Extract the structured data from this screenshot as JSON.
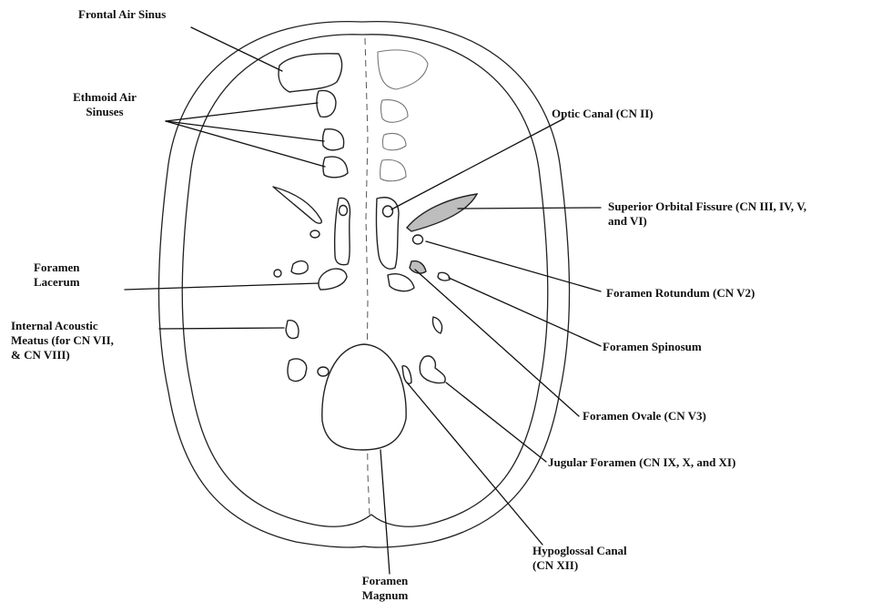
{
  "colors": {
    "ink": "#222222",
    "shaded": "#bdbdbd",
    "paper": "#ffffff"
  },
  "labels": {
    "frontal_air_sinus": "Frontal Air Sinus",
    "ethmoid_line1": "Ethmoid Air",
    "ethmoid_line2": "Sinuses",
    "optic_canal": "Optic Canal (CN II)",
    "sof_line1": "Superior Orbital Fissure (CN III, IV, V,",
    "sof_line2": "and VI)",
    "lacerum_line1": "Foramen",
    "lacerum_line2": "Lacerum",
    "rotundum": "Foramen Rotundum (CN V2)",
    "iam_line1": "Internal Acoustic",
    "iam_line2": "Meatus (for CN VII,",
    "iam_line3": "& CN VIII)",
    "spinosum": "Foramen Spinosum",
    "ovale": "Foramen Ovale (CN V3)",
    "jugular": "Jugular Foramen (CN IX, X, and XI)",
    "hypoglossal_line1": "Hypoglossal Canal",
    "hypoglossal_line2": "(CN XII)",
    "magnum_line1": "Foramen",
    "magnum_line2": "Magnum"
  }
}
